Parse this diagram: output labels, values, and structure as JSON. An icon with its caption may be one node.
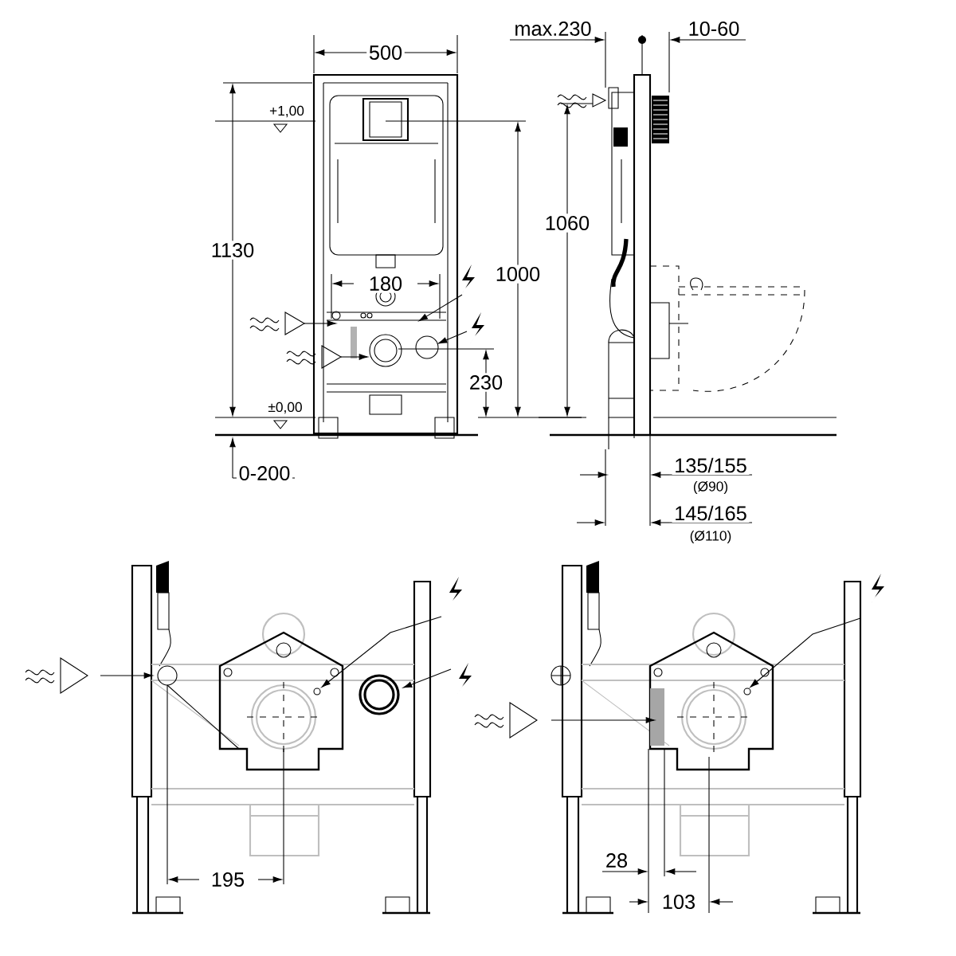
{
  "diagram": {
    "labels": [
      "500",
      "max.230",
      "10-60",
      "+1,00",
      "1130",
      "1060",
      "1000",
      "180",
      "230",
      "±0,00",
      "0-200",
      "135/155",
      "(Ø90)",
      "145/165",
      "(Ø110)",
      "195",
      "28",
      "103"
    ]
  }
}
